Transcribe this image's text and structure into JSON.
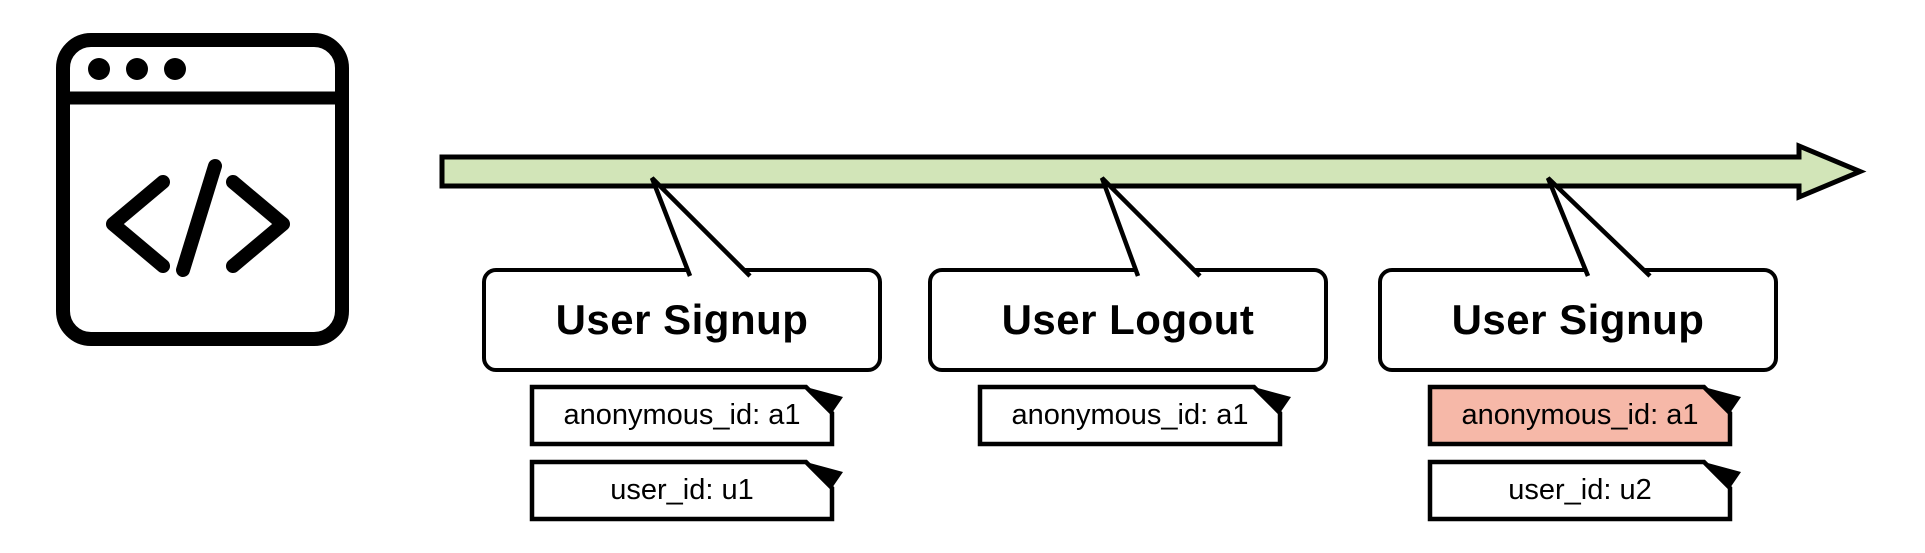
{
  "diagram": {
    "source_icon": "browser-code-icon",
    "timeline": {
      "description": "event-stream-arrow",
      "fill_color": "#d2e5b8",
      "stroke_color": "#000000"
    },
    "events": [
      {
        "label": "User Signup",
        "tags": [
          {
            "text": "anonymous_id: a1",
            "fill": "#ffffff"
          },
          {
            "text": "user_id: u1",
            "fill": "#ffffff"
          }
        ]
      },
      {
        "label": "User Logout",
        "tags": [
          {
            "text": "anonymous_id: a1",
            "fill": "#ffffff"
          }
        ]
      },
      {
        "label": "User Signup",
        "tags": [
          {
            "text": "anonymous_id: a1",
            "fill": "#f6b8a8"
          },
          {
            "text": "user_id: u2",
            "fill": "#ffffff"
          }
        ]
      }
    ],
    "colors": {
      "highlight_tag": "#f6b8a8",
      "timeline_green": "#d2e5b8",
      "stroke": "#000000",
      "background": "#ffffff"
    }
  }
}
